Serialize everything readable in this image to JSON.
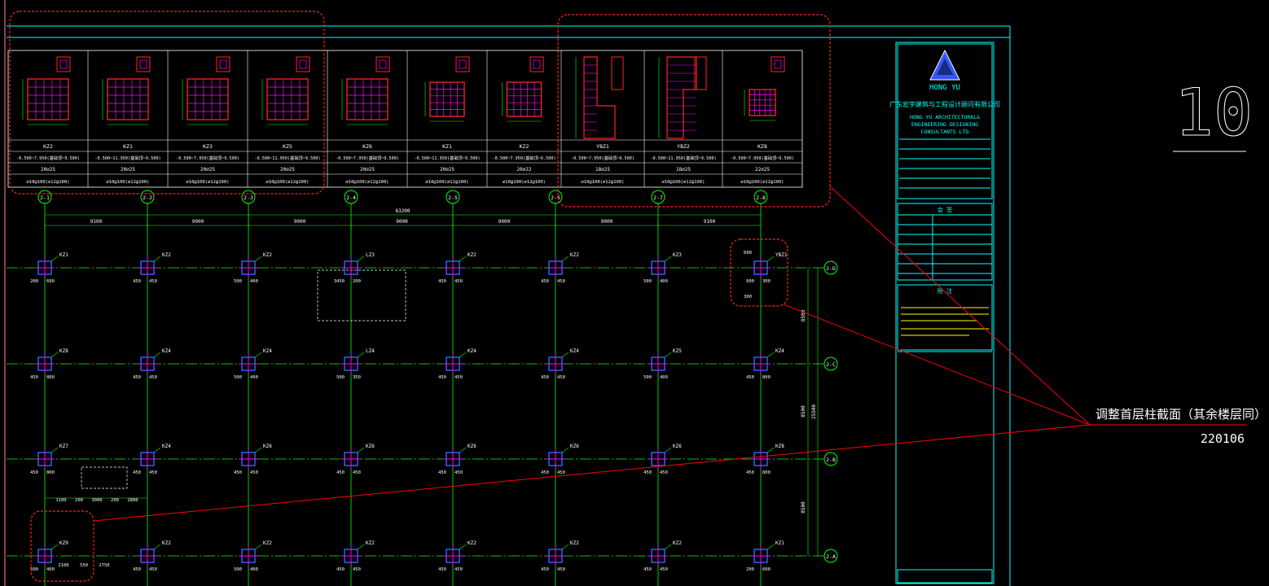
{
  "sheet_number": "10",
  "annotation": {
    "note": "调整首层柱截面（其余楼层同）",
    "code": "220106"
  },
  "title_block": {
    "logo_text": "HONG YU",
    "company_cn": "广东宏宇建筑与工程设计顾问有限公司",
    "company_en_lines": [
      "HONG YU ARCHITECTURAL&",
      "ENGINEERING DESIGNING",
      "CONSULTANTS LTD"
    ],
    "seal_header": "会 签",
    "notes_header": "附 注"
  },
  "columns": [
    {
      "name": "KZ2",
      "elev": "-0.500~7.950(基础顶~9.500)",
      "bars": "20⌀25",
      "stirrup": "⌀10@100(⌀12@100)"
    },
    {
      "name": "KZ1",
      "elev": "-0.500~11.950(基础顶~9.500)",
      "bars": "20⌀25",
      "stirrup": "⌀10@100(⌀12@100)"
    },
    {
      "name": "KZ3",
      "elev": "-0.500~7.950(基础顶~9.500)",
      "bars": "20⌀25",
      "stirrup": "⌀10@100(⌀12@100)"
    },
    {
      "name": "KZ5",
      "elev": "-0.500~11.950(基础顶~9.500)",
      "bars": "20⌀25",
      "stirrup": "⌀10@100(⌀12@100)"
    },
    {
      "name": "KZ6",
      "elev": "-0.500~7.950(基础顶~9.500)",
      "bars": "20⌀25",
      "stirrup": "⌀10@100(⌀12@100)"
    },
    {
      "name": "KZ1",
      "elev": "-0.500~11.950(基础顶~9.500)",
      "bars": "20⌀25",
      "stirrup": "⌀10@100(⌀12@100)"
    },
    {
      "name": "KZ2",
      "elev": "-0.500~7.950(基础顶~9.500)",
      "bars": "20⌀22",
      "stirrup": "⌀10@100(⌀12@100)"
    },
    {
      "name": "YBZ1",
      "elev": "-0.500~7.950(基础顶~9.500)",
      "bars": "18⌀25",
      "stirrup": "⌀10@100(⌀12@100)"
    },
    {
      "name": "YBZ2",
      "elev": "-0.500~11.950(基础顶~9.500)",
      "bars": "18⌀25",
      "stirrup": "⌀10@100(⌀12@100)"
    },
    {
      "name": "KZ8",
      "elev": "-0.500~7.950(基础顶~9.500)",
      "bars": "22⌀25",
      "stirrup": "⌀10@100(⌀12@100)"
    }
  ],
  "axes": {
    "x": [
      "2-1",
      "2-2",
      "2-3",
      "2-4",
      "2-5",
      "2-6",
      "2-7",
      "2-8"
    ],
    "y": [
      "2-D",
      "2-C",
      "2-B",
      "2-A"
    ]
  },
  "dimensions": {
    "total": "63200",
    "bays": [
      "9100",
      "9000",
      "9000",
      "9000",
      "9000",
      "9000",
      "9100"
    ],
    "right_bays": [
      "8500",
      "8500",
      "8500"
    ],
    "right_total": "25500"
  },
  "plan_columns": [
    {
      "label": "KZ1",
      "d1": "200",
      "d2": "600"
    },
    {
      "label": "KZ2",
      "d1": "450",
      "d2": "450"
    },
    {
      "label": "KZ2",
      "d1": "500",
      "d2": "400"
    },
    {
      "label": "LZ3",
      "d1": "3450",
      "d2": "200"
    },
    {
      "label": "KZ2",
      "d1": "450",
      "d2": "450"
    },
    {
      "label": "KZ2",
      "d1": "450",
      "d2": "450"
    },
    {
      "label": "KZ3",
      "d1": "500",
      "d2": "400"
    },
    {
      "label": "YBZ1",
      "d1": "600",
      "d2": "300"
    },
    {
      "label": "KZ8",
      "d1": "450",
      "d2": "800"
    },
    {
      "label": "KZ4",
      "d1": "450",
      "d2": "450"
    },
    {
      "label": "KZ4",
      "d1": "500",
      "d2": "400"
    },
    {
      "label": "LZ4",
      "d1": "500",
      "d2": "350"
    },
    {
      "label": "KZ4",
      "d1": "450",
      "d2": "450"
    },
    {
      "label": "KZ4",
      "d1": "450",
      "d2": "450"
    },
    {
      "label": "KZ5",
      "d1": "500",
      "d2": "400"
    },
    {
      "label": "KZ4",
      "d1": "450",
      "d2": "800"
    },
    {
      "label": "KZ7",
      "d1": "450",
      "d2": "800"
    },
    {
      "label": "KZ4",
      "d1": "450",
      "d2": "450"
    },
    {
      "label": "KZ6",
      "d1": "450",
      "d2": "450"
    },
    {
      "label": "KZ6",
      "d1": "450",
      "d2": "450"
    },
    {
      "label": "KZ6",
      "d1": "450",
      "d2": "450"
    },
    {
      "label": "KZ6",
      "d1": "450",
      "d2": "450"
    },
    {
      "label": "KZ6",
      "d1": "450",
      "d2": "450"
    },
    {
      "label": "KZ8",
      "d1": "450",
      "d2": "800"
    },
    {
      "label": "KZ9",
      "d1": "500",
      "d2": "400"
    },
    {
      "label": "KZ2",
      "d1": "450",
      "d2": "450"
    },
    {
      "label": "KZ2",
      "d1": "500",
      "d2": "400"
    },
    {
      "label": "KZ2",
      "d1": "450",
      "d2": "450"
    },
    {
      "label": "KZ2",
      "d1": "450",
      "d2": "450"
    },
    {
      "label": "KZ2",
      "d1": "450",
      "d2": "450"
    },
    {
      "label": "KZ2",
      "d1": "450",
      "d2": "450"
    },
    {
      "label": "KZ1",
      "d1": "200",
      "d2": "600"
    }
  ],
  "side_dims": [
    "1100",
    "200",
    "3000",
    "200",
    "2800",
    "2100",
    "550",
    "2750",
    "600",
    "300"
  ],
  "colors": {
    "grid_green": "#00ff00",
    "column_blue": "#3366ff",
    "rebar_magenta": "#ff00ff",
    "section_red": "#ff2222",
    "annotation_red": "#ff0000",
    "border_cyan": "#00ffff",
    "text_white": "#ffffff",
    "note_yellow": "#ffff00"
  }
}
